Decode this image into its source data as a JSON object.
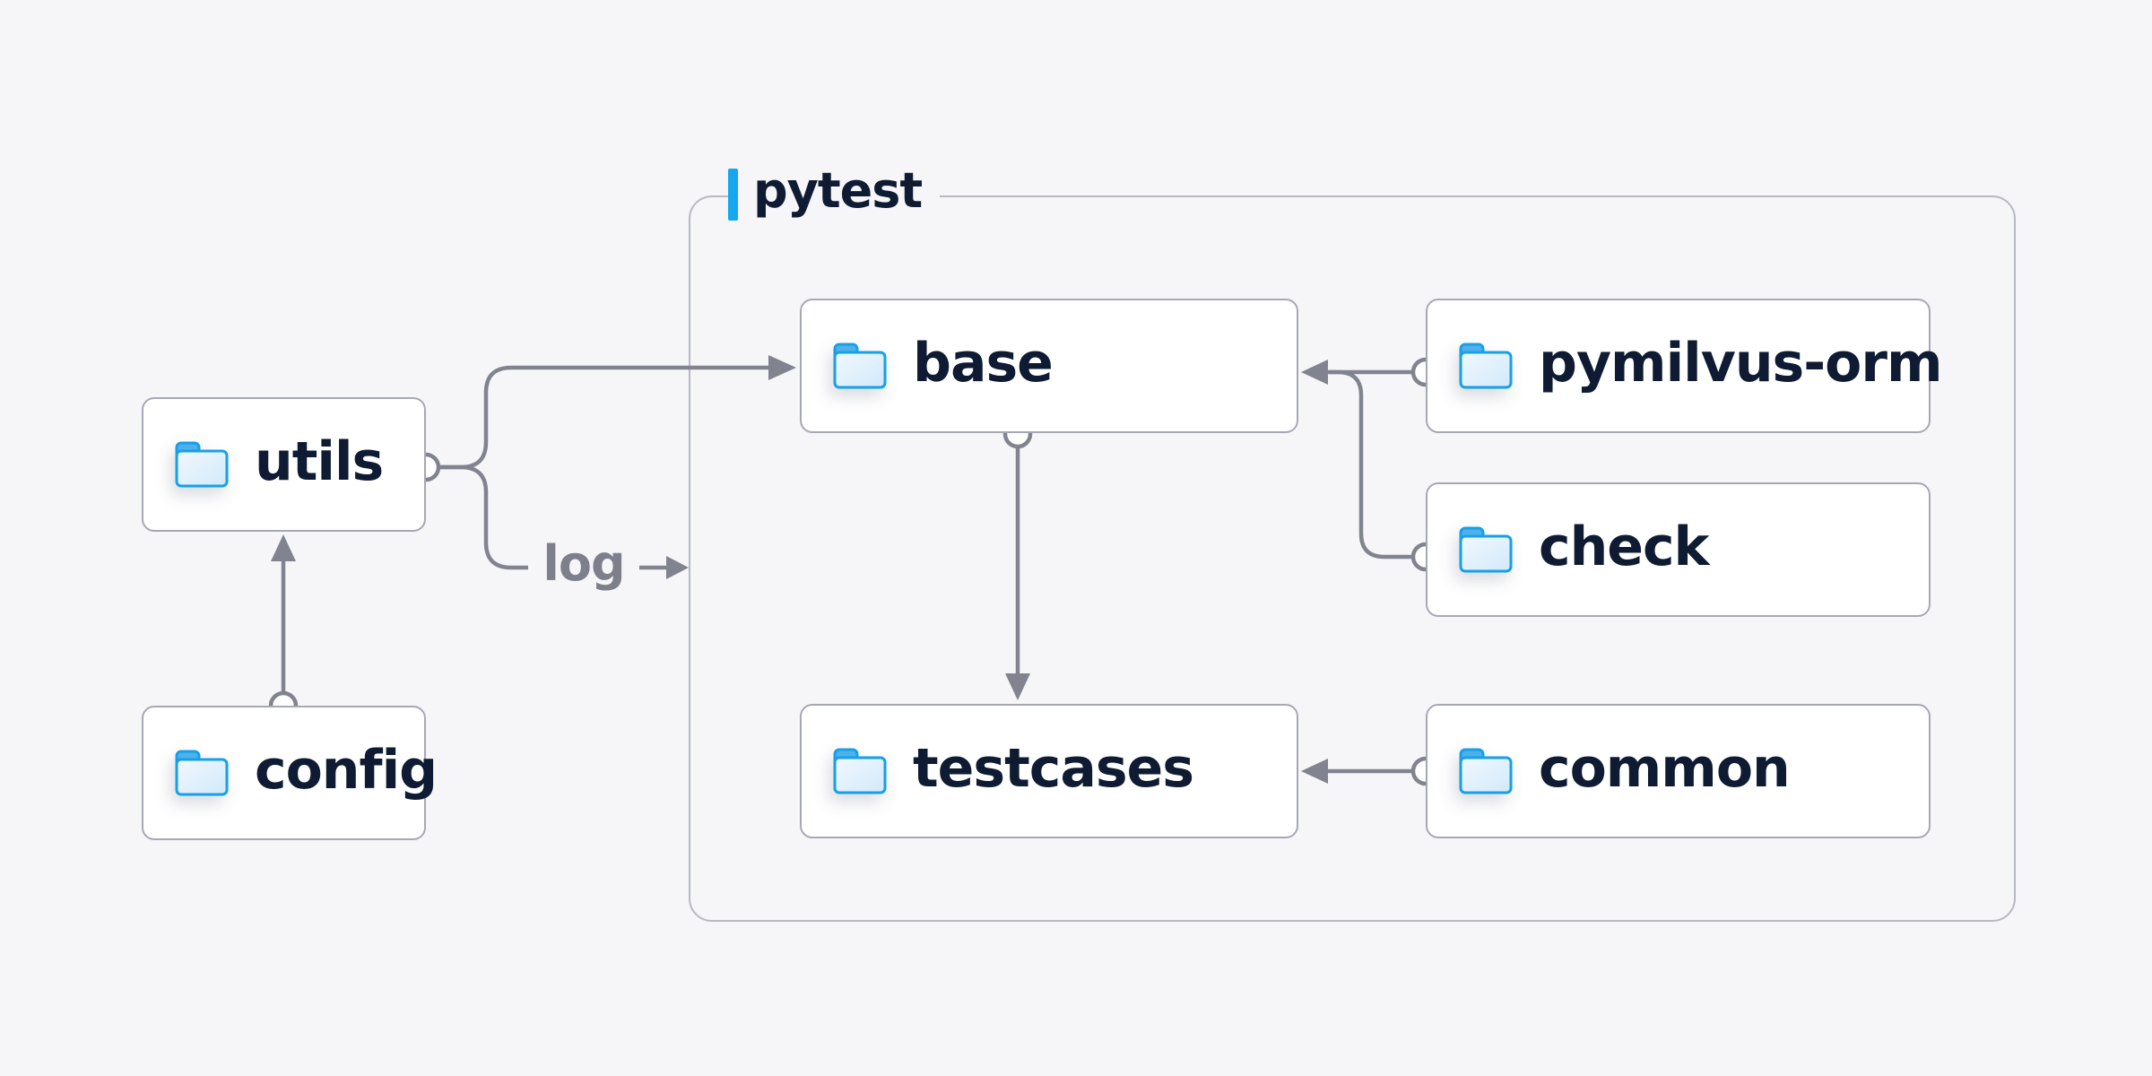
{
  "diagram": {
    "container_label": "pytest",
    "log_label": "log",
    "nodes": {
      "utils": {
        "label": "utils",
        "icon": "folder-icon"
      },
      "config": {
        "label": "config",
        "icon": "folder-icon"
      },
      "base": {
        "label": "base",
        "icon": "folder-icon"
      },
      "testcases": {
        "label": "testcases",
        "icon": "folder-icon"
      },
      "pymilvus_orm": {
        "label": "pymilvus-orm",
        "icon": "folder-icon"
      },
      "check": {
        "label": "check",
        "icon": "folder-icon"
      },
      "common": {
        "label": "common",
        "icon": "folder-icon"
      }
    },
    "edges": [
      {
        "from": "config",
        "to": "utils",
        "style": "arrow"
      },
      {
        "from": "utils",
        "to": "base",
        "style": "arrow"
      },
      {
        "from": "utils",
        "to": "log",
        "style": "arrow"
      },
      {
        "from": "pymilvus-orm",
        "to": "base",
        "style": "arrow"
      },
      {
        "from": "check",
        "to": "base",
        "style": "arrow"
      },
      {
        "from": "base",
        "to": "testcases",
        "style": "arrow"
      },
      {
        "from": "common",
        "to": "testcases",
        "style": "arrow"
      }
    ],
    "colors": {
      "background": "#f6f6f8",
      "box_fill": "#ffffff",
      "box_border": "#a6a8b4",
      "container_border": "#b7b9c3",
      "connector_gray": "#81848f",
      "text_navy": "#0e1b33",
      "accent_blue": "#16a7ee",
      "folder_blue": "#17a0e8",
      "log_gray": "#7d808b"
    }
  }
}
